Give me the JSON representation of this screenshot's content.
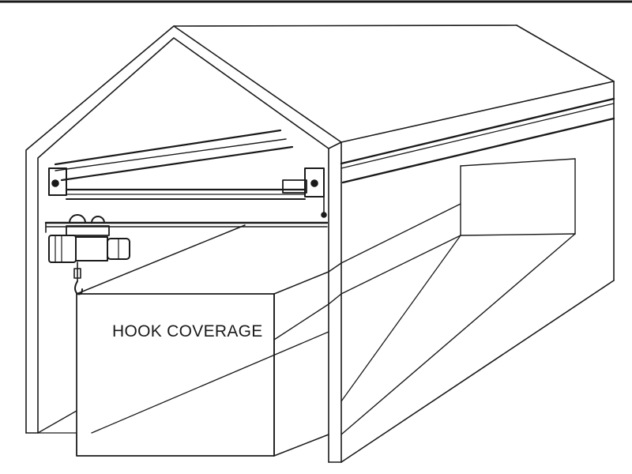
{
  "diagram": {
    "label": "HOOK COVERAGE",
    "ink_color": "#1a1a1a",
    "background_color": "#ffffff",
    "components": [
      "building-enclosure",
      "gable-roof",
      "crane-runway-rails",
      "bridge-girder",
      "hoist-trolley",
      "hook",
      "hook-coverage-envelope"
    ]
  }
}
